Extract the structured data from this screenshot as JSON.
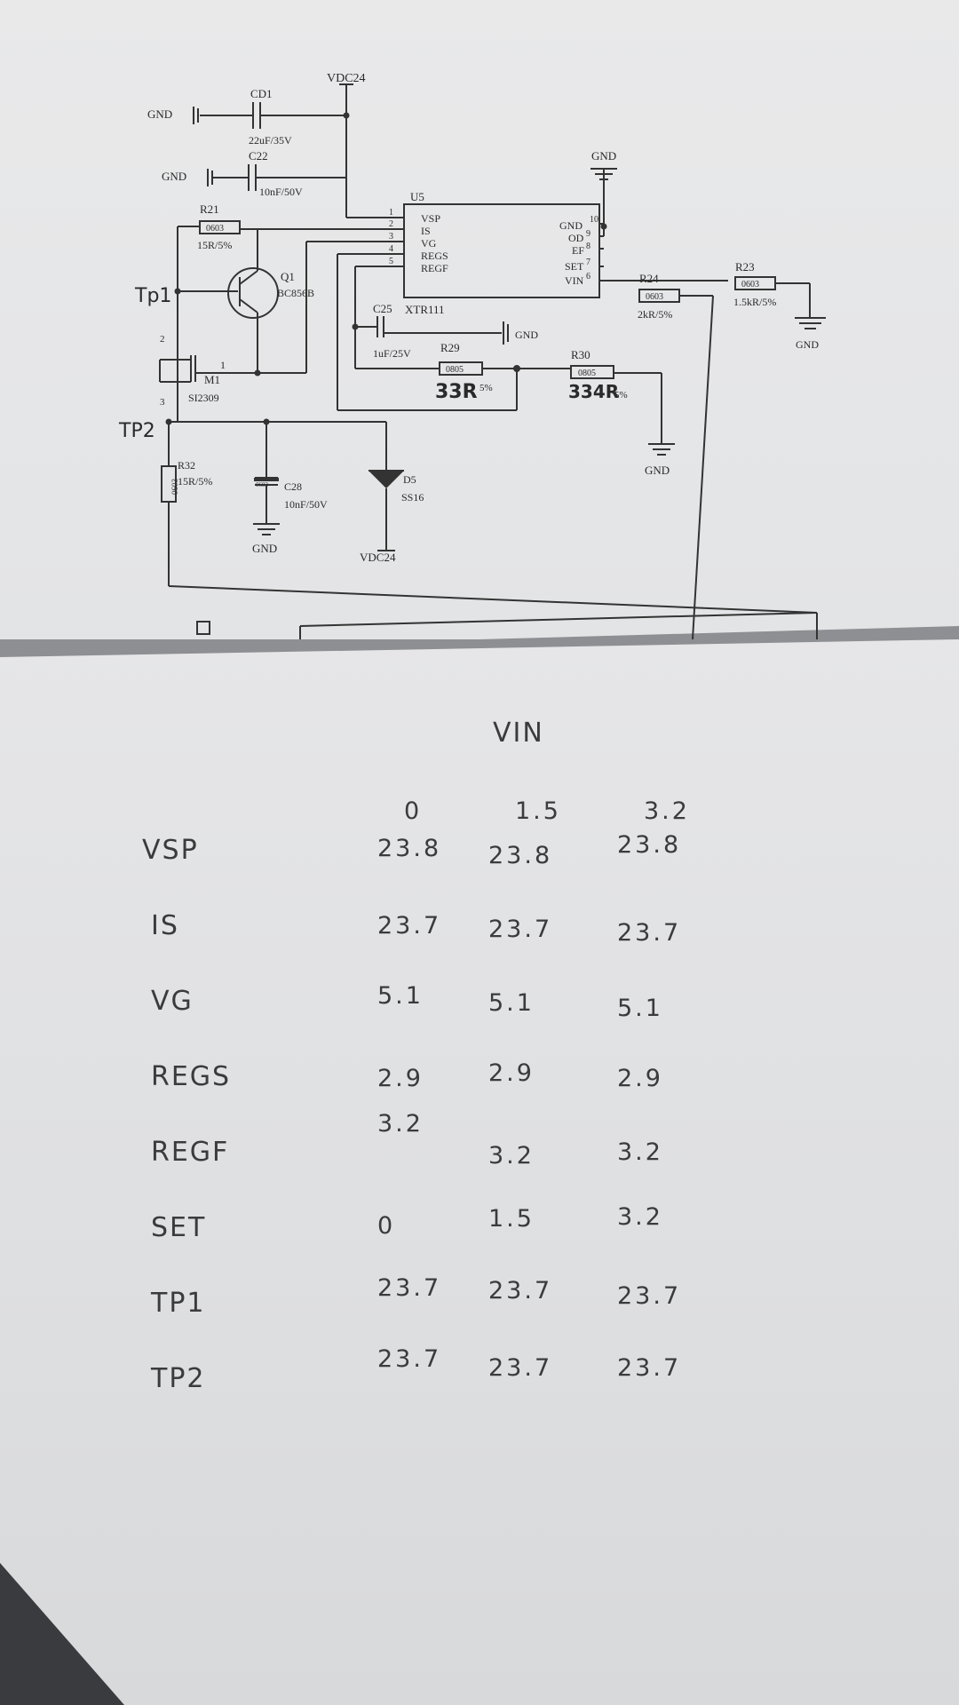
{
  "schematic": {
    "vdc24_top": "VDC24",
    "vdc24_bottom": "VDC24",
    "gnd": "GND",
    "gnd_c25": "GND",
    "gnd_c28": "GND",
    "gnd_r30": "GND",
    "gnd_r23": "GND",
    "gnd_left1": "GND",
    "gnd_left2": "GND",
    "cd1": {
      "ref": "CD1",
      "value": "22uF/35V"
    },
    "c22": {
      "ref": "C22",
      "value": "10nF/50V"
    },
    "r21": {
      "ref": "R21",
      "pkg": "0603",
      "value": "15R/5%"
    },
    "q1": {
      "ref": "Q1",
      "value": "BC856B"
    },
    "m1": {
      "ref": "M1",
      "value": "SI2309"
    },
    "u5": {
      "ref": "U5",
      "part": "XTR111",
      "pins_left": [
        {
          "num": "1",
          "name": "VSP"
        },
        {
          "num": "2",
          "name": "IS"
        },
        {
          "num": "3",
          "name": "VG"
        },
        {
          "num": "4",
          "name": "REGS"
        },
        {
          "num": "5",
          "name": "REGF"
        }
      ],
      "pins_right": [
        {
          "num": "10",
          "name": "GND"
        },
        {
          "num": "9",
          "name": "OD"
        },
        {
          "num": "8",
          "name": "EF"
        },
        {
          "num": "7",
          "name": "SET"
        },
        {
          "num": "6",
          "name": "VIN"
        }
      ]
    },
    "c25": {
      "ref": "C25",
      "value": "1uF/25V"
    },
    "r29": {
      "ref": "R29",
      "pkg": "0805",
      "value": "5%",
      "hand_value": "33R"
    },
    "r30": {
      "ref": "R30",
      "pkg": "0805",
      "value": "5%",
      "hand_value": "334R"
    },
    "r24": {
      "ref": "R24",
      "pkg": "0603",
      "value": "2kR/5%"
    },
    "r23": {
      "ref": "R23",
      "pkg": "0603",
      "value": "1.5kR/5%"
    },
    "r32": {
      "ref": "R32",
      "pkg": "0603",
      "value": "15R/5%"
    },
    "c28": {
      "ref": "C28",
      "value": "10nF/50V",
      "pkg": "0603"
    },
    "d5": {
      "ref": "D5",
      "value": "SS16"
    },
    "tp1": "Tp1",
    "tp2": "TP2",
    "pin1_m1": "1",
    "pin2_m1": "2",
    "pin3_m1": "3"
  },
  "table": {
    "title": "VIN",
    "columns": [
      "0",
      "1.5",
      "3.2"
    ],
    "rows": [
      {
        "label": "VSP",
        "values": [
          "23.8",
          "23.8",
          "23.8"
        ]
      },
      {
        "label": "IS",
        "values": [
          "23.7",
          "23.7",
          "23.7"
        ]
      },
      {
        "label": "VG",
        "values": [
          "5.1",
          "5.1",
          "5.1"
        ]
      },
      {
        "label": "REGS",
        "values": [
          "2.9",
          "2.9",
          "2.9"
        ]
      },
      {
        "label": "REGF",
        "values": [
          "3.2",
          "3.2",
          "3.2"
        ]
      },
      {
        "label": "SET",
        "values": [
          "0",
          "1.5",
          "3.2"
        ]
      },
      {
        "label": "TP1",
        "values": [
          "23.7",
          "23.7",
          "23.7"
        ]
      },
      {
        "label": "TP2",
        "values": [
          "23.7",
          "23.7",
          "23.7"
        ]
      }
    ]
  }
}
